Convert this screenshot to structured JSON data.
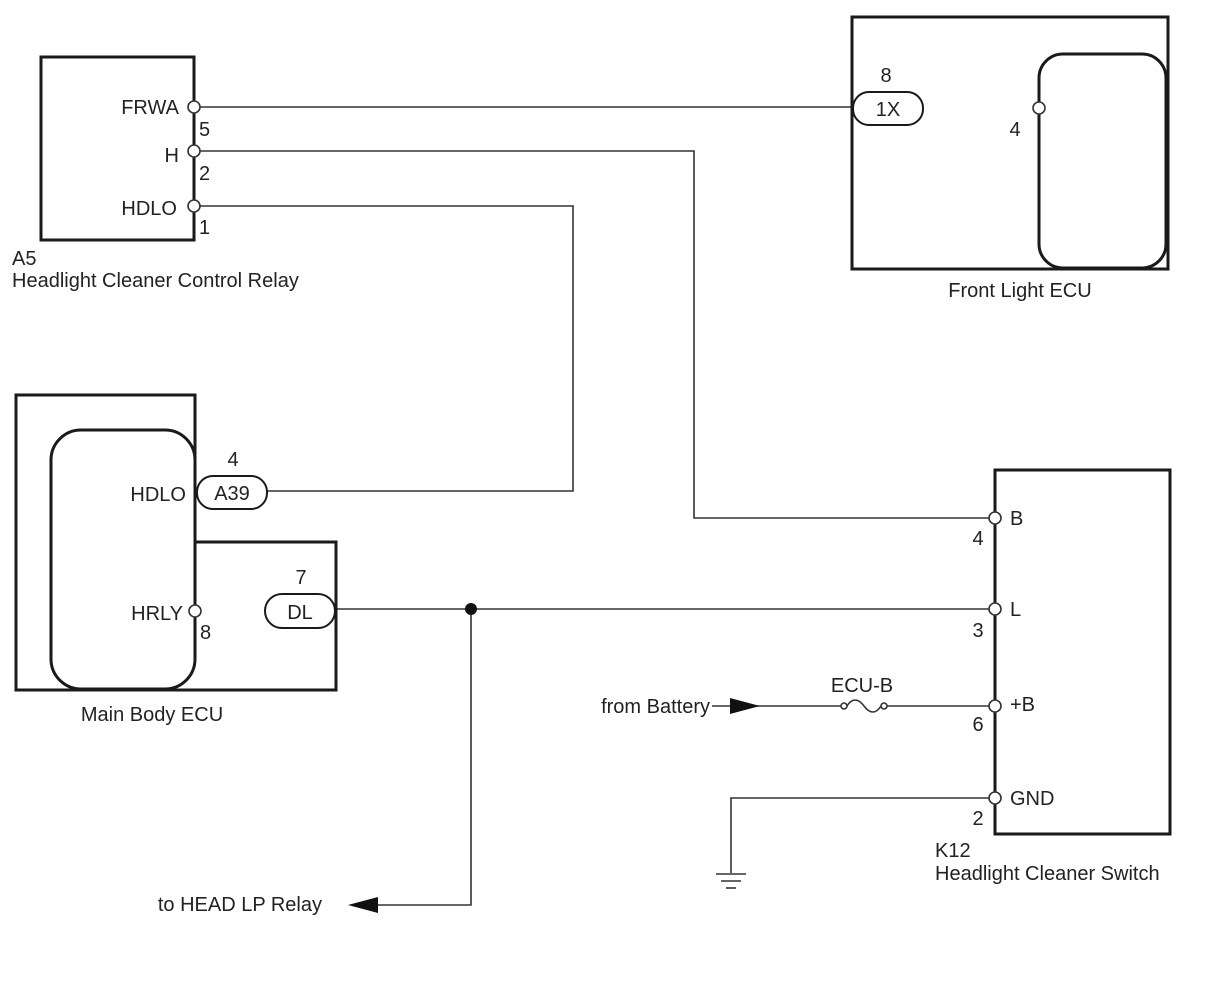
{
  "relay": {
    "code": "A5",
    "name": "Headlight Cleaner Control Relay",
    "pins": [
      {
        "label": "FRWA",
        "num": "5"
      },
      {
        "label": "H",
        "num": "2"
      },
      {
        "label": "HDLO",
        "num": "1"
      }
    ]
  },
  "front_ecu": {
    "name": "Front Light ECU",
    "connector": {
      "id": "1X",
      "num": "8"
    },
    "pin_num": "4"
  },
  "main_ecu": {
    "name": "Main Body ECU",
    "pin1": {
      "label": "HDLO",
      "connector": "A39",
      "num": "4"
    },
    "pin2": {
      "label": "HRLY",
      "num": "8",
      "connector": "DL",
      "conn_num": "7"
    }
  },
  "switch": {
    "code": "K12",
    "name": "Headlight Cleaner Switch",
    "pins": [
      {
        "label": "B",
        "num": "4"
      },
      {
        "label": "L",
        "num": "3"
      },
      {
        "label": "+B",
        "num": "6"
      },
      {
        "label": "GND",
        "num": "2"
      }
    ]
  },
  "fuse": {
    "label": "ECU-B"
  },
  "battery": {
    "label": "from Battery"
  },
  "head_lp": {
    "label": "to HEAD LP Relay"
  }
}
